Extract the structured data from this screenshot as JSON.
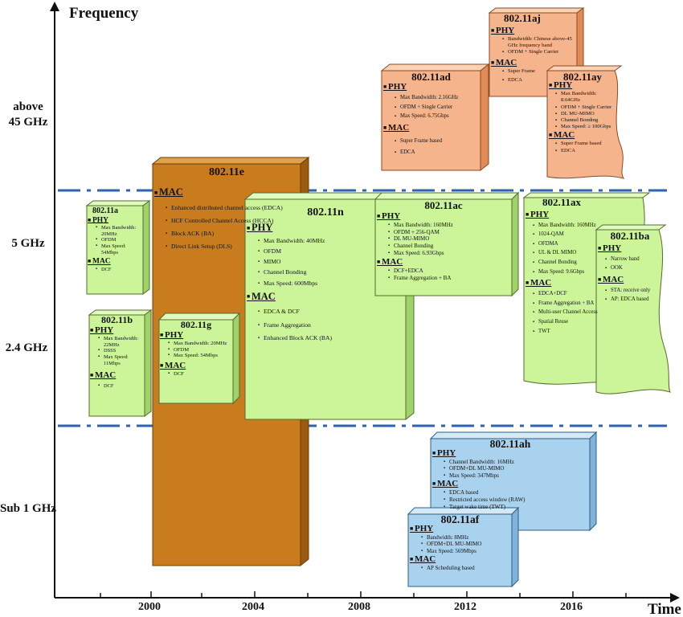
{
  "axes": {
    "y_title": "Frequency",
    "x_title": "Time"
  },
  "bands": [
    {
      "id": "above45",
      "label": "above\n45 GHz"
    },
    {
      "id": "g5",
      "label": "5 GHz"
    },
    {
      "id": "g24",
      "label": "2.4 GHz"
    },
    {
      "id": "sub1",
      "label": "Sub 1 GHz"
    }
  ],
  "years": [
    "2000",
    "2004",
    "2008",
    "2012",
    "2016"
  ],
  "colors": {
    "green": "#ccf59a",
    "orange": "#f6b48c",
    "brown": "#c87c1e",
    "blue": "#a9d2ef",
    "dash": "#2d63b0"
  },
  "standards": {
    "s80211a": {
      "title": "802.11a",
      "phy_label": "PHY",
      "phy": [
        "Max Bandwidth: 20MHz",
        "OFDM",
        "Max Speed: 54Mbps"
      ],
      "mac_label": "MAC",
      "mac": [
        "DCF"
      ]
    },
    "s80211b": {
      "title": "802.11b",
      "phy_label": "PHY",
      "phy": [
        "Max Bandwidth: 22MHz",
        "DSSS",
        "Max Speed: 11Mbps"
      ],
      "mac_label": "MAC",
      "mac": [
        "DCF"
      ]
    },
    "s80211e": {
      "title": "802.11e",
      "mac_label": "MAC",
      "mac": [
        "Enhanced distributed channel access (EDCA)",
        "HCF Controlled Channel Access (HCCA)",
        "Block ACK (BA)",
        "Direct Link Setup (DLS)"
      ]
    },
    "s80211g": {
      "title": "802.11g",
      "phy_label": "PHY",
      "phy": [
        "Max Bandwidth: 20MHz",
        "OFDM",
        "Max Speed: 54Mbps"
      ],
      "mac_label": "MAC",
      "mac": [
        "DCF"
      ]
    },
    "s80211n": {
      "title": "802.11n",
      "phy_label": "PHY",
      "phy": [
        "Max Bandwidth: 40MHz",
        "OFDM",
        "MIMO",
        "Channel Bonding",
        "Max Speed: 600Mbps"
      ],
      "mac_label": "MAC",
      "mac": [
        "EDCA & DCF",
        "Frame Aggregation",
        "Enhanced Block ACK (BA)"
      ]
    },
    "s80211ad": {
      "title": "802.11ad",
      "phy_label": "PHY",
      "phy": [
        "Max Bandwidth: 2.16GHz",
        "OFDM + Single Carrier",
        "Max Speed: 6.75Gbps"
      ],
      "mac_label": "MAC",
      "mac": [
        "Super Frame based",
        "EDCA"
      ]
    },
    "s80211aj": {
      "title": "802.11aj",
      "phy_label": "PHY",
      "phy": [
        "Bandwidth: Chinese above-45 GHz frequency band",
        "OFDM + Single Carrier"
      ],
      "mac_label": "MAC",
      "mac": [
        "Super Frame",
        "EDCA"
      ]
    },
    "s80211ay": {
      "title": "802.11ay",
      "phy_label": "PHY",
      "phy": [
        "Max Bandwidth: 8.64GHz",
        "OFDM + Single Carrier",
        "DL MU-MIMO",
        "Channel Bonding",
        "Max Speed: ≥ 100Gbps"
      ],
      "mac_label": "MAC",
      "mac": [
        "Super Frame based",
        "EDCA"
      ]
    },
    "s80211ac": {
      "title": "802.11ac",
      "phy_label": "PHY",
      "phy": [
        "Max Bandwidth: 160MHz",
        "OFDM + 256-QAM",
        "DL MU-MIMO",
        "Channel Bonding",
        "Max Speed: 6.93Gbps"
      ],
      "mac_label": "MAC",
      "mac": [
        "DCF+EDCA",
        "Frame Aggregation + BA"
      ]
    },
    "s80211ax": {
      "title": "802.11ax",
      "phy_label": "PHY",
      "phy": [
        "Max Bandwidth: 160MHz",
        "1024-QAM",
        "OFDMA",
        "UL & DL MIMO",
        "Channel Bonding",
        "Max Speed: 9.6Gbps"
      ],
      "mac_label": "MAC",
      "mac": [
        "EDCA+DCF",
        "Frame Aggregation + BA",
        "Multi-user Channel Access",
        "Spatial Reuse",
        "TWT"
      ]
    },
    "s80211ba": {
      "title": "802.11ba",
      "phy_label": "PHY",
      "phy": [
        "Narrow band",
        "OOK"
      ],
      "mac_label": "MAC",
      "mac": [
        "STA: receive only",
        "AP: EDCA based"
      ]
    },
    "s80211ah": {
      "title": "802.11ah",
      "phy_label": "PHY",
      "phy": [
        "Channel Bandwidth: 16MHz",
        "OFDM+DL MU-MIMO",
        "Max Speed: 347Mbps"
      ],
      "mac_label": "MAC",
      "mac": [
        "EDCA based",
        "Restricted access window (RAW)",
        "Target wake time (TWT)"
      ]
    },
    "s80211af": {
      "title": "802.11af",
      "phy_label": "PHY",
      "phy": [
        "Bandwidth: 8MHz",
        "OFDM+DL MU-MIMO",
        "Max Speed: 569Mbps"
      ],
      "mac_label": "MAC",
      "mac": [
        "AP Scheduling based"
      ]
    }
  }
}
